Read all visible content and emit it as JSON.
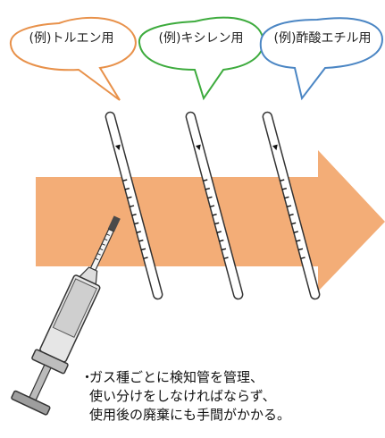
{
  "bubbles": [
    {
      "label": "(例)トルエン用",
      "color": "#e8914a"
    },
    {
      "label": "(例)キシレン用",
      "color": "#3dab3d"
    },
    {
      "label": "(例)酢酸エチル用",
      "color": "#4b86c4"
    }
  ],
  "arrow_color": "#f3ad77",
  "note": {
    "bullet": "・",
    "lines": [
      "ガス種ごとに検知管を管理、",
      "使い分けをしなければならず、",
      "使用後の廃棄にも手間がかかる。"
    ]
  }
}
